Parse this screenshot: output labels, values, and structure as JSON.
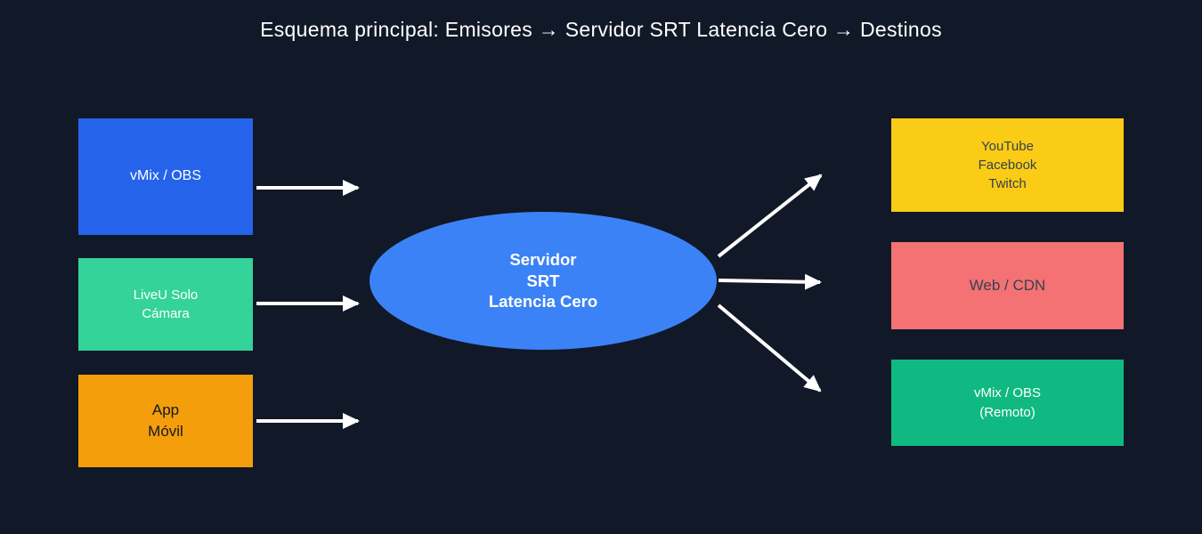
{
  "title": "Esquema principal: Emisores → Servidor SRT Latencia Cero → Destinos",
  "colors": {
    "background": "#111827",
    "title_text": "#ffffff",
    "arrow": "#ffffff"
  },
  "sources": [
    {
      "id": "vmix-obs",
      "label": "vMix / OBS",
      "color": "#2563eb",
      "text_color": "#ffffff"
    },
    {
      "id": "liveu-solo",
      "label": "LiveU Solo\nCámara",
      "color": "#34d399",
      "text_color": "#ffffff"
    },
    {
      "id": "app-movil",
      "label": "App\nMóvil",
      "color": "#f59e0b",
      "text_color": "#111827"
    }
  ],
  "server": {
    "id": "servidor-srt",
    "label": "Servidor\nSRT\nLatencia Cero",
    "color": "#3b82f6",
    "text_color": "#ffffff"
  },
  "destinations": [
    {
      "id": "youtube-facebook-twitch",
      "label": "YouTube\nFacebook\nTwitch",
      "color": "#facc15",
      "text_color": "#374151"
    },
    {
      "id": "web-cdn",
      "label": "Web / CDN",
      "color": "#f47174",
      "text_color": "#374151"
    },
    {
      "id": "vmix-obs-remoto",
      "label": "vMix / OBS\n(Remoto)",
      "color": "#10b981",
      "text_color": "#ffffff"
    }
  ]
}
